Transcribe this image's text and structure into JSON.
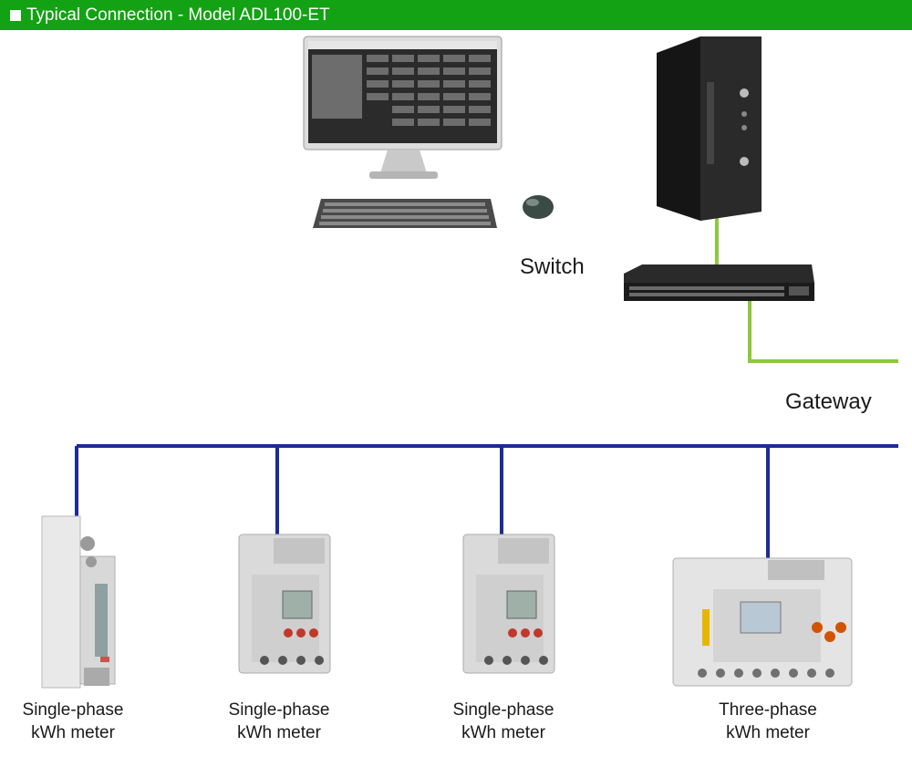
{
  "header": {
    "title": "Typical Connection - Model ADL100-ET"
  },
  "labels": {
    "switch": "Switch",
    "gateway": "Gateway"
  },
  "meters": [
    {
      "line1": "Single-phase",
      "line2": "kWh meter",
      "icon": "din-rail-meter-slim"
    },
    {
      "line1": "Single-phase",
      "line2": "kWh meter",
      "icon": "din-rail-meter-lcd"
    },
    {
      "line1": "Single-phase",
      "line2": "kWh meter",
      "icon": "din-rail-meter-lcd"
    },
    {
      "line1": "Three-phase",
      "line2": "kWh meter",
      "icon": "din-rail-meter-wide"
    }
  ],
  "colors": {
    "header_bg": "#13a213",
    "ethernet_line": "#8cc83c",
    "bus_line": "#1e2a96"
  }
}
